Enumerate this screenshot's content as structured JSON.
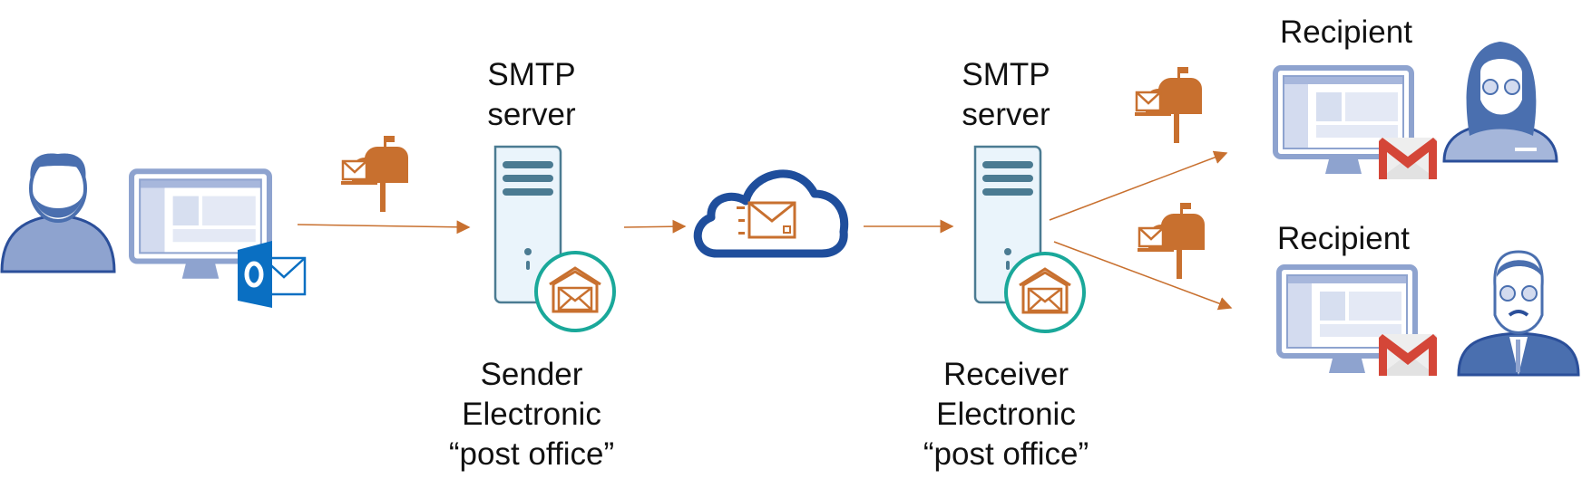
{
  "labels": {
    "smtp_sender": [
      "SMTP",
      "server"
    ],
    "smtp_receiver": [
      "SMTP",
      "server"
    ],
    "sender_post_office": [
      "Sender",
      "Electronic",
      "“post office”"
    ],
    "receiver_post_office": [
      "Receiver",
      "Electronic",
      "“post office”"
    ],
    "recipient_1": "Recipient",
    "recipient_2": "Recipient"
  },
  "icons": [
    "sender-person-icon",
    "computer-monitor-icon",
    "outlook-icon",
    "mailbox-icon",
    "server-icon",
    "post-office-icon",
    "cloud-mail-icon",
    "gmail-icon",
    "female-recipient-icon",
    "male-recipient-icon"
  ],
  "colors": {
    "arrow": "#c8702f",
    "mailbox": "#c8702f",
    "person": "#4a6faf",
    "monitor": "#8ea3cf",
    "server_fill": "#eaf4fb",
    "server_stroke": "#4b7b92",
    "post_office_ring": "#1aa89a",
    "cloud": "#1f4e9c",
    "gmail": "#d44638",
    "outlook": "#0a6fc2"
  }
}
